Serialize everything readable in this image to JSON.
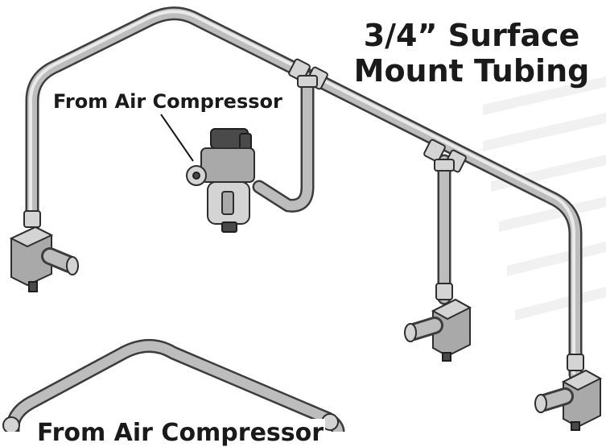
{
  "diagram": {
    "title_line1": "3/4” Surface",
    "title_line2": "Mount Tubing",
    "label_top": "From Air Compressor",
    "label_bottom": "From Air Compressor"
  }
}
